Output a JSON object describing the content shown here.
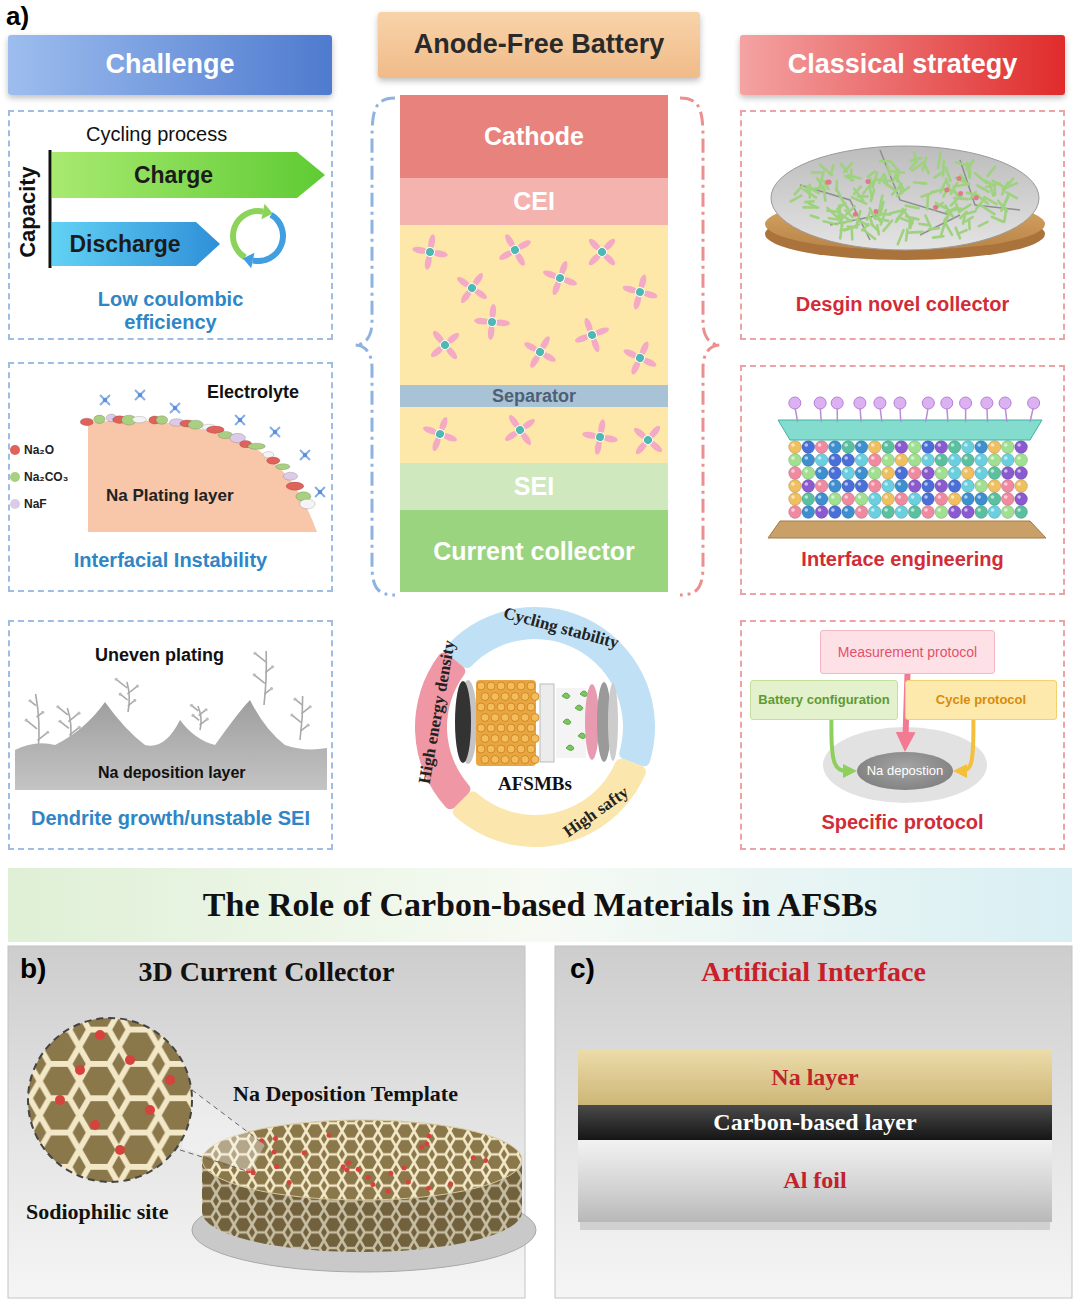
{
  "diagram": {
    "nodes": [
      {
        "text": [
          "Challenge"
        ]
      },
      {
        "text": [
          "Anode-Free Battery"
        ]
      },
      {
        "text": [
          "Classical strategy"
        ]
      },
      {
        "text": [
          "Low coulombic efficiency"
        ]
      },
      {
        "text": [
          "Charge"
        ],
        "in": 3
      },
      {
        "text": [
          "Discharge"
        ],
        "in": 3
      },
      {
        "text": [
          "Interfacial Instability"
        ]
      },
      {
        "text": [
          "Na Plating layer"
        ],
        "in": 6
      },
      {
        "text": [
          "Dendrite growth/unstable SEI"
        ]
      },
      {
        "text": [
          "Na deposition layer"
        ],
        "in": 8
      },
      {
        "text": [
          "Cathode"
        ]
      },
      {
        "text": [
          "CEI"
        ]
      },
      {
        "text": [
          "Separator"
        ]
      },
      {
        "text": [
          "SEI"
        ]
      },
      {
        "text": [
          "Current collector"
        ]
      },
      {
        "text": [
          "AFSMBs"
        ]
      },
      {
        "text": [
          "Desgin novel collector"
        ]
      },
      {
        "text": [
          "Interface engineering"
        ]
      },
      {
        "text": [
          "Specific protocol"
        ]
      },
      {
        "text": [
          "Measurement protocol"
        ],
        "in": 18
      },
      {
        "text": [
          "Battery configuration"
        ],
        "in": 18
      },
      {
        "text": [
          "Cycle protocol"
        ],
        "in": 18
      },
      {
        "text": [
          "Na depostion"
        ],
        "in": 18
      },
      {
        "text": [
          "The Role of Carbon-based Materials in AFSBs"
        ]
      },
      {
        "text": [
          "3D Current Collector"
        ]
      },
      {
        "text": [
          "Artificial Interface"
        ]
      },
      {
        "text": [
          "Na layer"
        ],
        "in": 25
      },
      {
        "text": [
          "Carbon-based layer"
        ],
        "in": 25
      },
      {
        "text": [
          "Al foil"
        ],
        "in": 25
      }
    ],
    "edges": [
      {
        "from": 19,
        "to": 22,
        "arrow": "to"
      },
      {
        "from": 20,
        "to": 22,
        "arrow": "to"
      },
      {
        "from": 21,
        "to": 22,
        "arrow": "to"
      }
    ],
    "labels": [
      "a)",
      "Cycling process",
      "Capacity",
      "Electrolyte",
      "Uneven plating",
      "Cycling stability",
      "High safty",
      "High energy density",
      "b)",
      "Na Deposition Template",
      "Sodiophilic site",
      "c)"
    ],
    "legend": [
      {
        "text": "Na₂O",
        "color": "#e0625a"
      },
      {
        "text": "Na₂CO₃",
        "color": "#a8d080"
      },
      {
        "text": "NaF",
        "color": "#dccbe8"
      }
    ]
  }
}
